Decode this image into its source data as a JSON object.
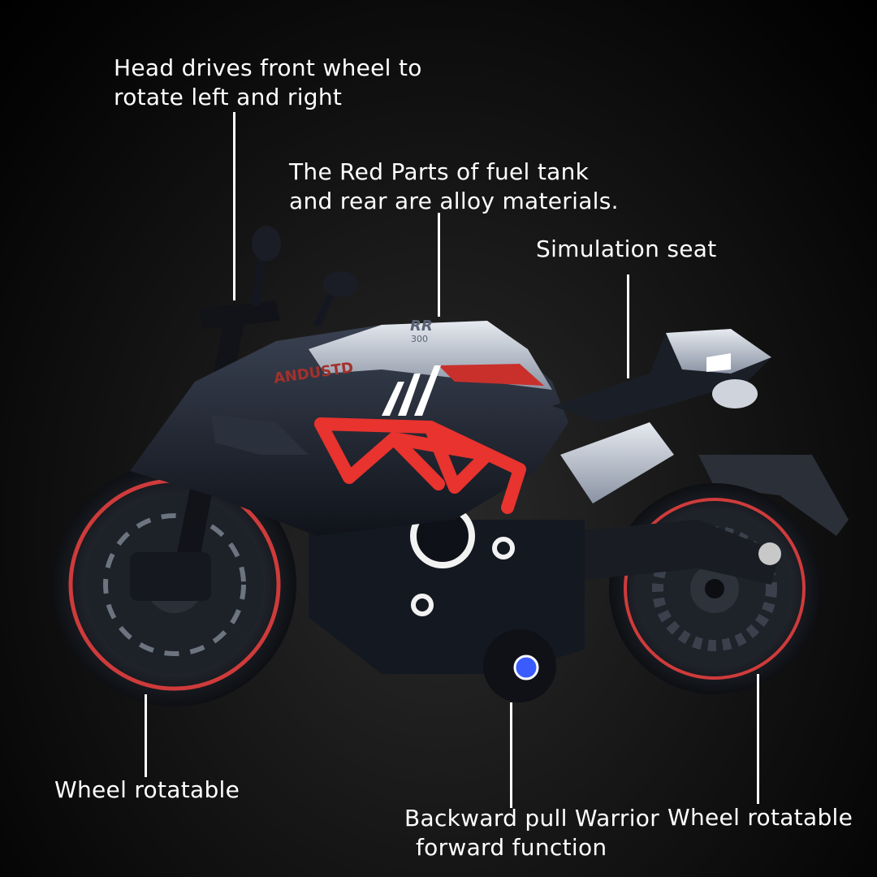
{
  "callouts": {
    "head": {
      "line1": "Head drives front wheel to",
      "line2": "rotate left and right"
    },
    "tank": {
      "line1": "The Red Parts of fuel tank",
      "line2": "and rear are alloy materials."
    },
    "seat": {
      "text": "Simulation seat"
    },
    "front_wheel": {
      "text": "Wheel rotatable"
    },
    "pullback": {
      "line1": "Backward pull Warrior",
      "line2": "forward function"
    },
    "rear_wheel": {
      "text": "Wheel rotatable"
    }
  },
  "bike_decals": {
    "brand": "ANDUSTD",
    "model_top": "RR",
    "model_bottom": "300"
  },
  "colors": {
    "background": "#000000",
    "text": "#ffffff",
    "frame_accent": "#e8332e",
    "body": "#1c2230",
    "silver": "#b9c0cc",
    "button": "#3a5cff"
  }
}
